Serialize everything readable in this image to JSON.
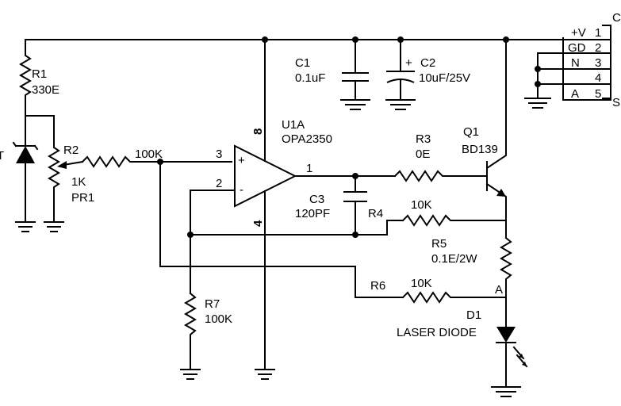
{
  "components": {
    "R1": {
      "ref": "R1",
      "value": "330E"
    },
    "R2": {
      "ref": "R2",
      "value": "1K",
      "value2": "PR1"
    },
    "R2_series": {
      "value": "100K"
    },
    "R3": {
      "ref": "R3",
      "value": "0E"
    },
    "R4": {
      "ref": "R4",
      "value": "10K"
    },
    "R5": {
      "ref": "R5",
      "value": "0.1E/2W"
    },
    "R6": {
      "ref": "R6",
      "value": "10K"
    },
    "R7": {
      "ref": "R7",
      "value": "100K"
    },
    "C1": {
      "ref": "C1",
      "value": "0.1uF"
    },
    "C2": {
      "ref": "C2",
      "value": "10uF/25V",
      "polarity": "+"
    },
    "C3": {
      "ref": "C3",
      "value": "120PF"
    },
    "U1A": {
      "ref": "U1A",
      "part": "OPA2350",
      "pin_plus": "3",
      "pin_minus": "2",
      "pin_out": "1",
      "pin_vcc": "8",
      "pin_gnd": "4",
      "sign_plus": "+",
      "sign_minus": "-"
    },
    "Q1": {
      "ref": "Q1",
      "part": "BD139"
    },
    "D1": {
      "ref": "D1",
      "part": "LASER DIODE",
      "anode": "A"
    },
    "zener_partial": "T"
  },
  "connector": {
    "header_top": "C",
    "header_bottom": "S",
    "pins": [
      {
        "label": "+V",
        "num": "1"
      },
      {
        "label": "GD",
        "num": "2"
      },
      {
        "label": "N",
        "num": "3"
      },
      {
        "label": "",
        "num": "4"
      },
      {
        "label": "A",
        "num": "5"
      }
    ]
  }
}
